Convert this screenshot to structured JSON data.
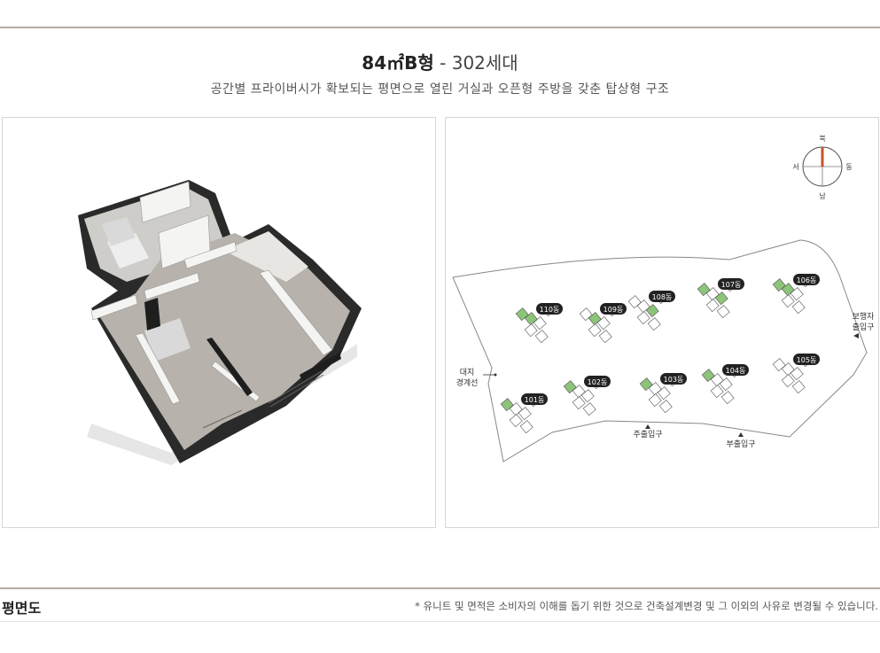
{
  "header": {
    "unit_type": "84㎡B형",
    "separator": " - ",
    "households": "302세대",
    "description": "공간별 프라이버시가 확보되는 평면으로 열린 거실과 오픈형 주방을 갖춘 탑상형 구조"
  },
  "site_plan": {
    "compass": {
      "north": "북",
      "south": "남",
      "east": "동",
      "west": "서"
    },
    "buildings": [
      "110동",
      "109동",
      "108동",
      "107동",
      "106동",
      "101동",
      "102동",
      "103동",
      "104동",
      "105동"
    ],
    "labels": {
      "pedestrian_line1": "보행자",
      "pedestrian_line2": "출입구",
      "boundary_line1": "대지",
      "boundary_line2": "경계선",
      "main_entrance": "주출입구",
      "sub_entrance": "부출입구"
    },
    "colors": {
      "highlight": "#8cc47a",
      "compass_needle": "#c4552c",
      "building_tag": "#222222"
    }
  },
  "footer": {
    "section_title": "평면도",
    "notice": "* 유니트 및 면적은 소비자의 이해를 돕기 위한 것으로 건축설계변경 및 그 이외의 사유로 변경될 수 있습니다."
  }
}
